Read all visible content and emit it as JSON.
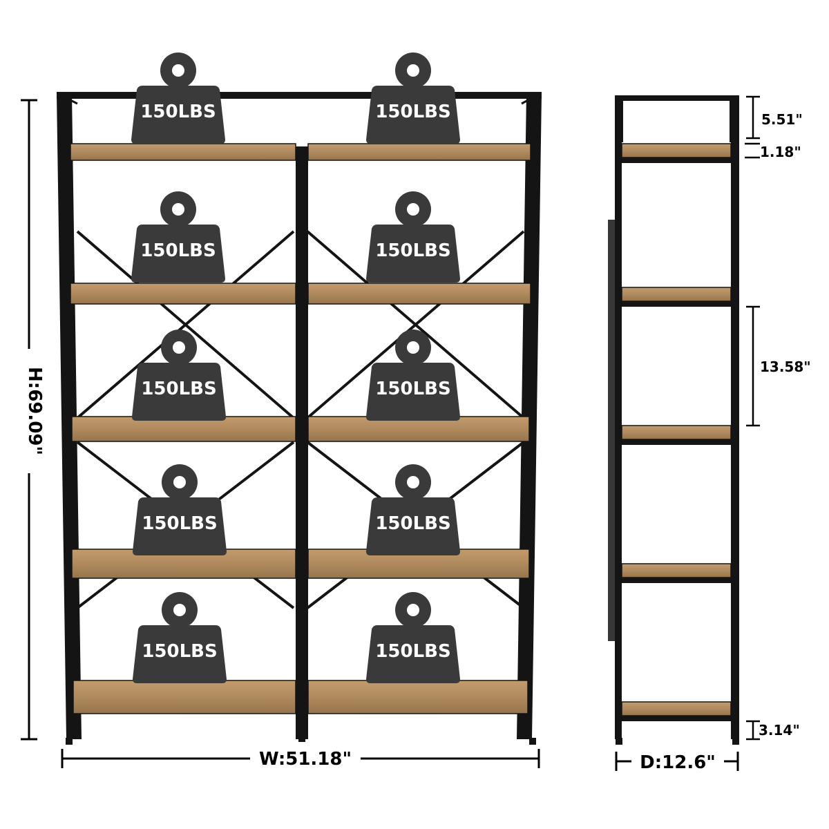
{
  "colors": {
    "frame": "#141414",
    "wood": "#b08a5e",
    "wood_dark": "#8a6a45",
    "weight": "#3a3a3a",
    "weight_text": "#ffffff",
    "dimension": "#000000"
  },
  "weights": {
    "label": "150LBS",
    "icon": "weight-icon",
    "count": 10
  },
  "dimensions": {
    "height": "H:69.09\"",
    "width": "W:51.18\"",
    "depth": "D:12.6\"",
    "top_gap": "5.51\"",
    "shelf_thickness": "1.18\"",
    "shelf_spacing": "13.58\"",
    "bottom_clearance": "3.14\""
  },
  "views": {
    "front": "front-view",
    "side": "side-view"
  }
}
